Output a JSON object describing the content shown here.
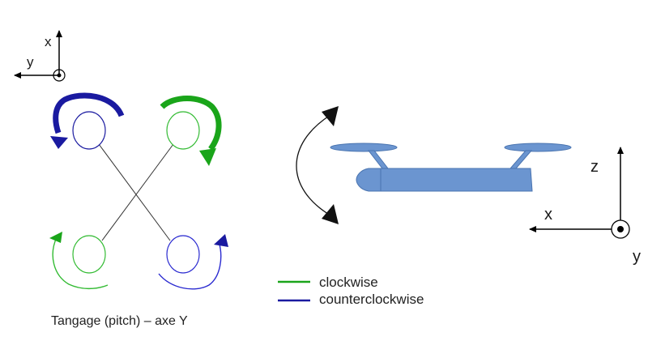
{
  "colors": {
    "clockwise": "#1aa51a",
    "counterclockwise": "#1a1aa0",
    "clockwise_light": "#33bb33",
    "counterclockwise_light": "#2a2ad0",
    "drone_body": "#6b95d0",
    "drone_outline": "#4a74b0",
    "axis": "#000000"
  },
  "top_axes": {
    "x_label": "x",
    "y_label": "y"
  },
  "side_axes": {
    "x_label": "x",
    "y_label": "y",
    "z_label": "z"
  },
  "legend": {
    "clockwise_label": "clockwise",
    "counterclockwise_label": "counterclockwise"
  },
  "caption": "Tangage (pitch) – axe Y",
  "rotors": [
    {
      "id": "front-left",
      "direction": "counterclockwise",
      "speed": "high"
    },
    {
      "id": "front-right",
      "direction": "clockwise",
      "speed": "high"
    },
    {
      "id": "rear-left",
      "direction": "clockwise",
      "speed": "low"
    },
    {
      "id": "rear-right",
      "direction": "counterclockwise",
      "speed": "low"
    }
  ],
  "icons": {
    "out_of_page": "dot-in-circle-icon",
    "pitch_motion": "curved-double-arrow-icon"
  }
}
